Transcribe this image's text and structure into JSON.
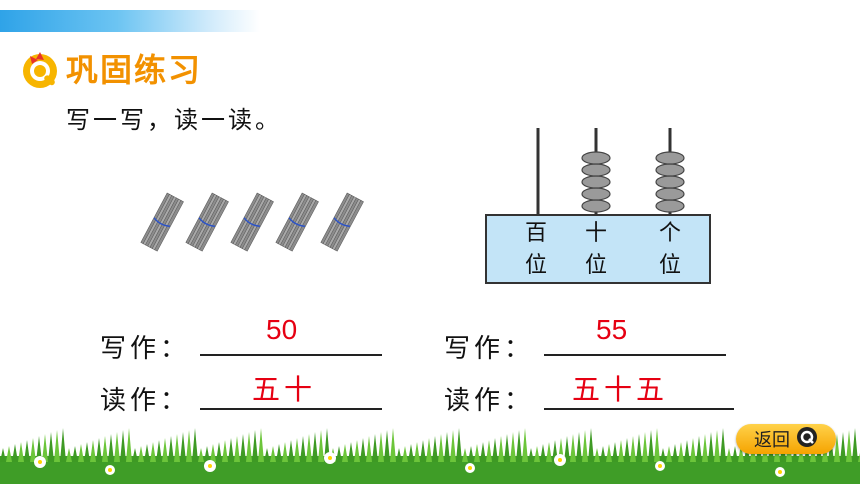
{
  "section_title": "巩固练习",
  "instruction": "写一写，读一读。",
  "abacus": {
    "labels": [
      "百\n位",
      "十\n位",
      "个\n位"
    ],
    "bead_counts": [
      0,
      5,
      5
    ]
  },
  "bundles": {
    "count": 5
  },
  "left": {
    "write_label": "写作：",
    "write_answer": "50",
    "read_label": "读作：",
    "read_answer": "五十"
  },
  "right": {
    "write_label": "写作：",
    "write_answer": "55",
    "read_label": "读作：",
    "read_answer": "五十五"
  },
  "back_button": {
    "label": "返回",
    "icon": "q-icon"
  },
  "colors": {
    "title": "#f29100",
    "answer": "#e60012",
    "abacus_base": "#c3e4f7"
  }
}
